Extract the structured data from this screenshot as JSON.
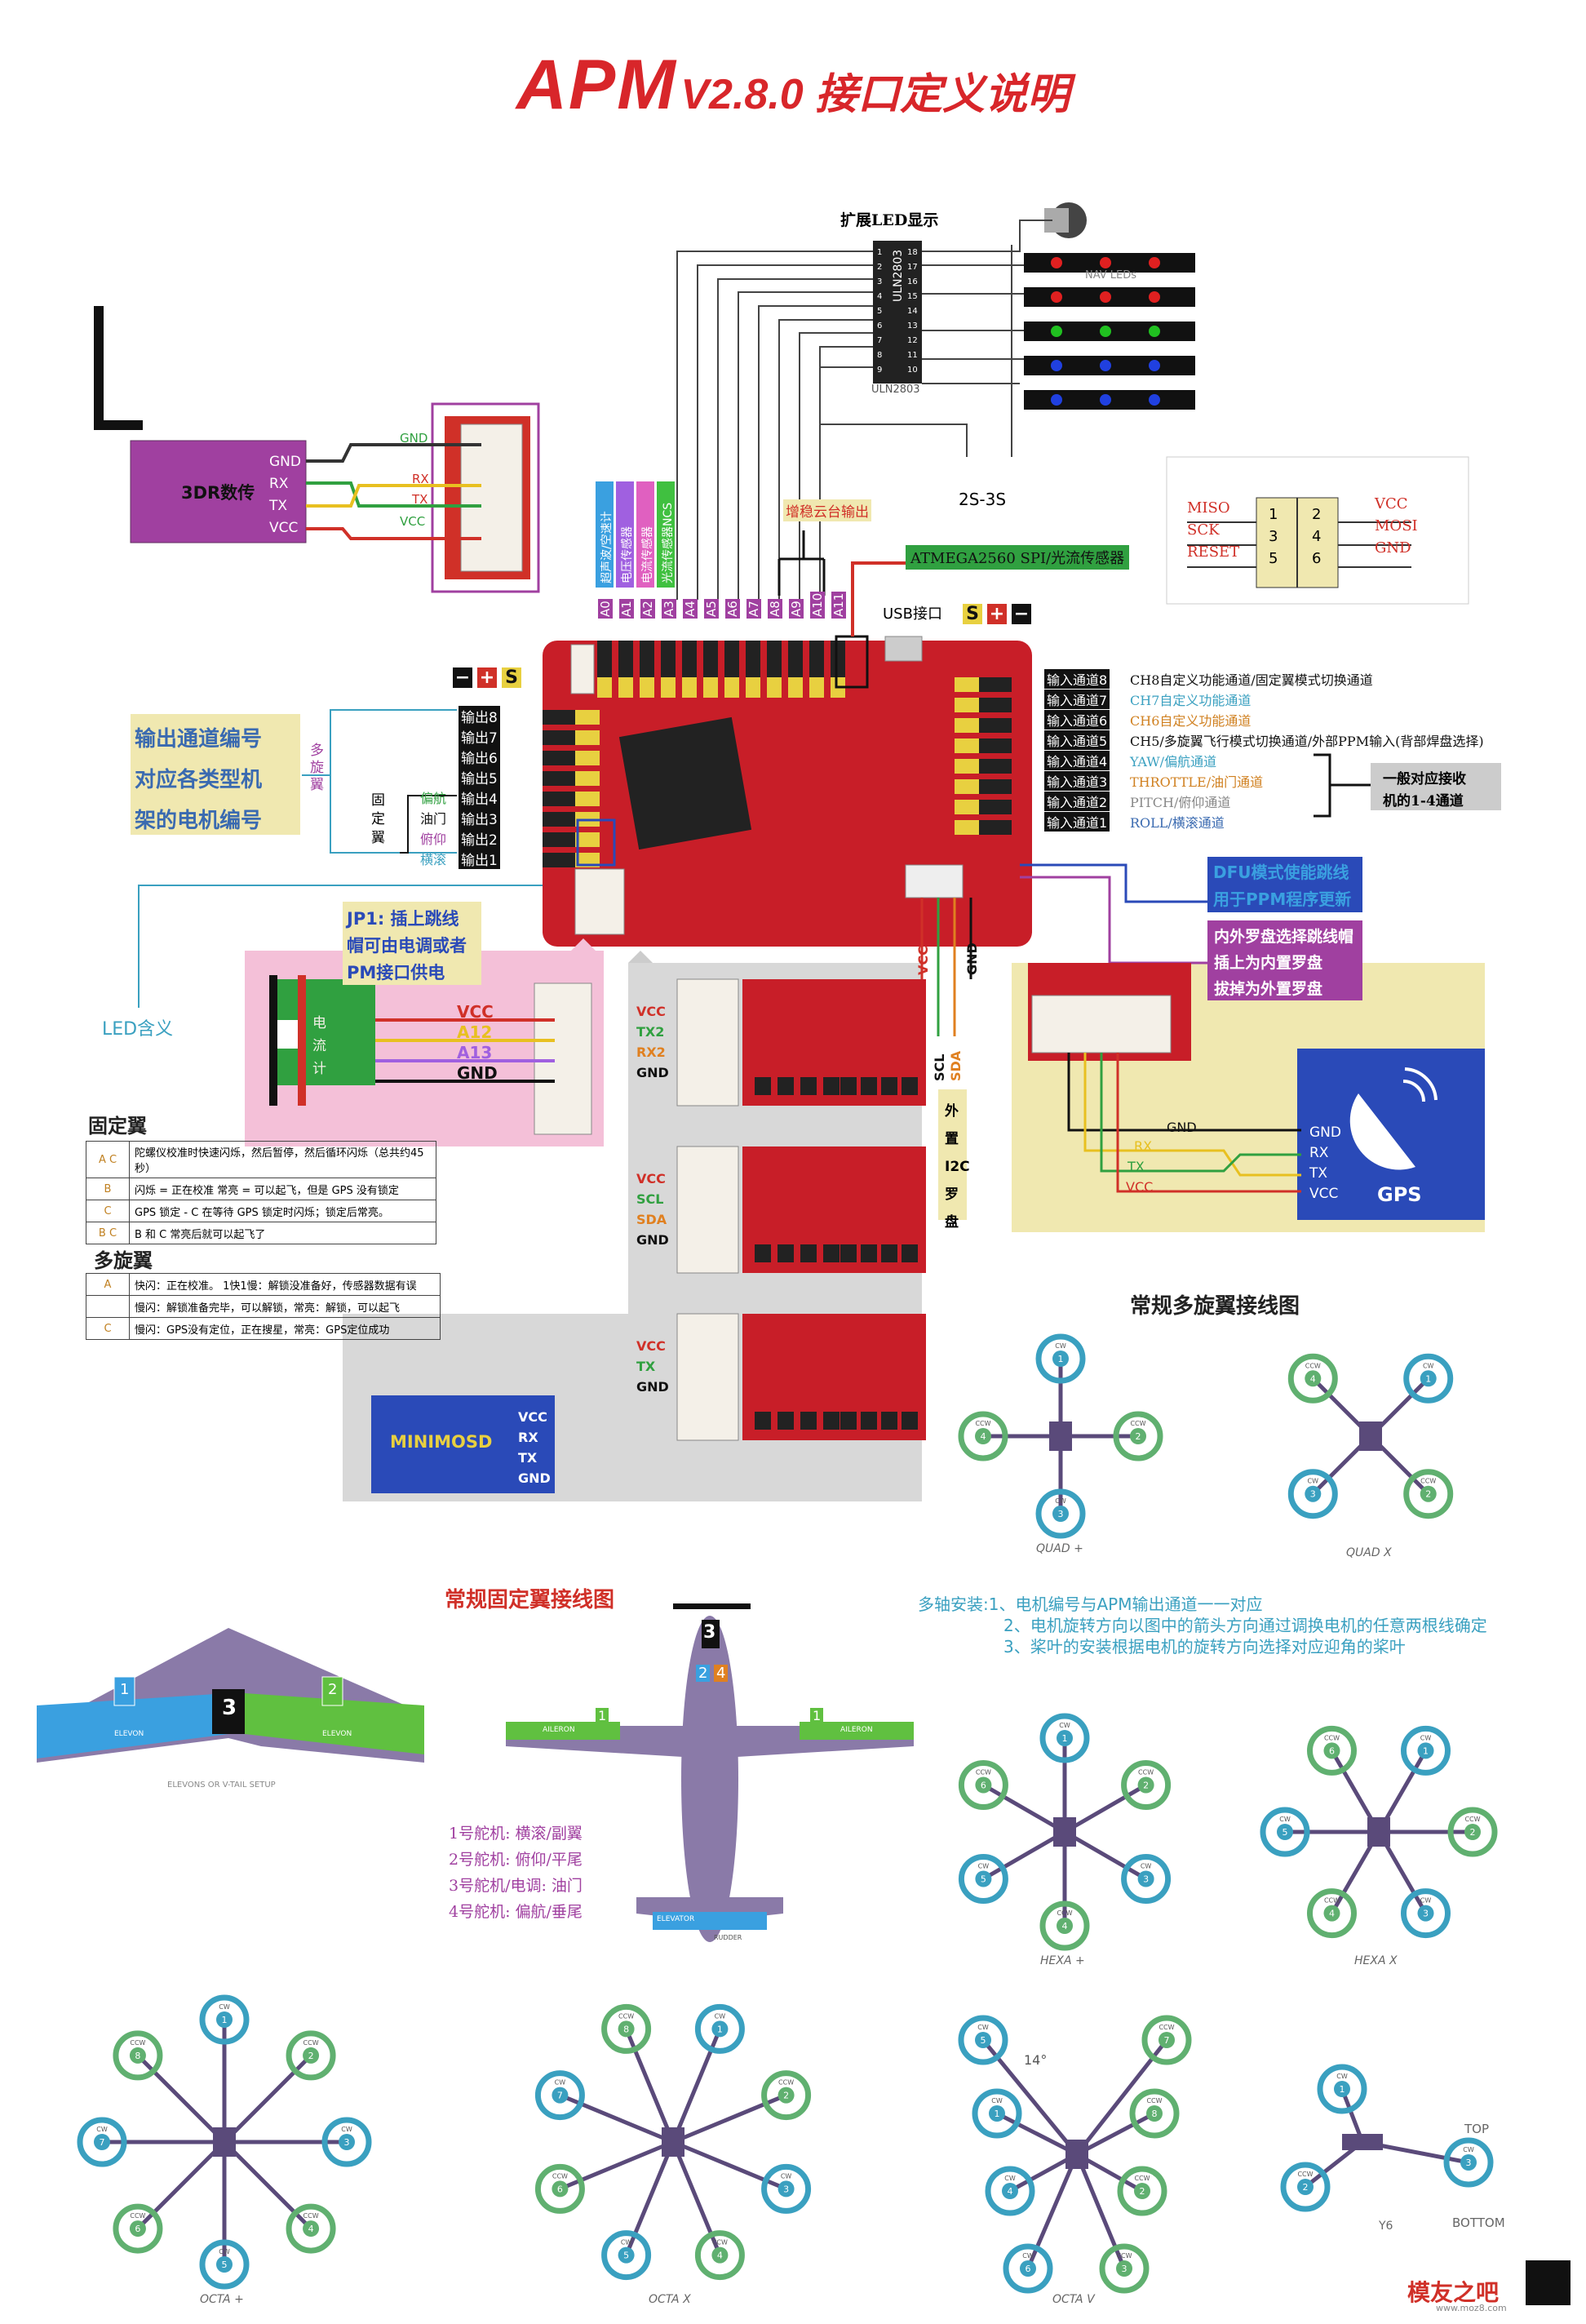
{
  "title": {
    "main": "APM",
    "sub": "V2.8.0 接口定义说明"
  },
  "led": {
    "header": "扩展LED显示",
    "chip": "ULN2803",
    "chip_under": "ULN2803",
    "navleds": "NAV LEDs",
    "battery": "2S-3S",
    "pins_left": [
      "1",
      "2",
      "3",
      "4",
      "5",
      "6",
      "7",
      "8",
      "9"
    ],
    "pins_right": [
      "18",
      "17",
      "16",
      "15",
      "14",
      "13",
      "12",
      "11",
      "10"
    ],
    "strip_colors": [
      "#e02020",
      "#e02020",
      "#20c020",
      "#2040e0",
      "#2040e0"
    ]
  },
  "radio": {
    "label": "3DR数传",
    "pins": [
      "GND",
      "RX",
      "TX",
      "VCC"
    ],
    "wire_labels": [
      "GND",
      "RX",
      "TX",
      "VCC"
    ]
  },
  "sensors": {
    "labels": [
      "超声波/空速计",
      "电压传感器",
      "电流传感器",
      "光流传感器NCS"
    ],
    "colors": [
      "#3aa0e0",
      "#a060e0",
      "#e060c0",
      "#40c040"
    ]
  },
  "analog_pins": [
    "A0",
    "A1",
    "A2",
    "A3",
    "A4",
    "A5",
    "A6",
    "A7",
    "A8",
    "A9",
    "A10",
    "A11"
  ],
  "gimbal": "增稳云台输出",
  "spi": "ATMEGA2560 SPI/光流传感器",
  "usb": "USB接口",
  "isp": {
    "pins_left": [
      "MISO",
      "SCK",
      "RESET"
    ],
    "pins_right": [
      "VCC",
      "MOSI",
      "GND"
    ],
    "nums": [
      "1",
      "2",
      "3",
      "4",
      "5",
      "6"
    ]
  },
  "power_markers": [
    "S",
    "+",
    "−"
  ],
  "outputs": {
    "labels": [
      "输出8",
      "输出7",
      "输出6",
      "输出5",
      "输出4",
      "输出3",
      "输出2",
      "输出1"
    ],
    "desc": [
      "输出通道编号",
      "对应各类型机",
      "架的电机编号"
    ],
    "multi": "多旋翼",
    "fixed": "固定翼",
    "fixed_items": [
      "偏航",
      "油门",
      "俯仰",
      "横滚"
    ]
  },
  "inputs": {
    "labels": [
      "输入通道8",
      "输入通道7",
      "输入通道6",
      "输入通道5",
      "输入通道4",
      "输入通道3",
      "输入通道2",
      "输入通道1"
    ],
    "desc": [
      "CH8自定义功能通道/固定翼模式切换通道",
      "CH7自定义功能通道",
      "CH6自定义功能通道",
      "CH5/多旋翼飞行模式切换通道/外部PPM输入(背部焊盘选择)",
      "YAW/偏航通道",
      "THROTTLE/油门通道",
      "PITCH/俯仰通道",
      "ROLL/横滚通道"
    ],
    "desc_colors": [
      "#111",
      "#3aa0c0",
      "#d08020",
      "#111",
      "#3aa0c0",
      "#d08020",
      "#888",
      "#3a6ab0"
    ],
    "note": [
      "一般对应接收",
      "机的1-4通道"
    ]
  },
  "dfu": [
    "DFU模式使能跳线",
    "用于PPM程序更新"
  ],
  "compass_jp": [
    "内外罗盘选择跳线帽",
    "插上为内置罗盘",
    "拔掉为外置罗盘"
  ],
  "jp1": [
    "JP1: 插上跳线",
    "帽可由电调或者",
    "PM接口供电"
  ],
  "pm": {
    "label": "电流计",
    "pins": [
      "VCC",
      "A12",
      "A13",
      "GND"
    ]
  },
  "led_meaning": "LED含义",
  "i2c": {
    "labels": [
      "VCC",
      "SCL",
      "SDA",
      "GND"
    ],
    "ext": "外置I2C罗盘"
  },
  "osd_cons": [
    {
      "pins": [
        "VCC",
        "TX2",
        "RX2",
        "GND"
      ]
    },
    {
      "pins": [
        "VCC",
        "SCL",
        "SDA",
        "GND"
      ]
    },
    {
      "pins": [
        "VCC",
        "TX",
        "GND"
      ]
    }
  ],
  "minimosd": {
    "label": "MINIMOSD",
    "pins": [
      "VCC",
      "RX",
      "TX",
      "GND"
    ]
  },
  "gps": {
    "label": "GPS",
    "pins": [
      "GND",
      "RX",
      "TX",
      "VCC"
    ],
    "wires": [
      "GND",
      "RX",
      "TX",
      "VCC"
    ]
  },
  "fixedwing_table": {
    "title": "固定翼",
    "rows": [
      [
        "A C",
        "陀螺仪校准时快速闪烁，然后暂停，然后循环闪烁（总共约45秒）"
      ],
      [
        "B",
        "闪烁 = 正在校准  常亮 = 可以起飞，但是 GPS 没有锁定"
      ],
      [
        "C",
        "GPS 锁定 - C 在等待 GPS 锁定时闪烁；锁定后常亮。"
      ],
      [
        "B C",
        "B 和 C 常亮后就可以起飞了"
      ]
    ]
  },
  "multi_table": {
    "title": "多旋翼",
    "rows": [
      [
        "A",
        "快闪：正在校准。 1快1慢：解锁没准备好，传感器数据有误"
      ],
      [
        "",
        "慢闪：解锁准备完毕，可以解锁，常亮：解锁，可以起飞"
      ],
      [
        "C",
        "慢闪：GPS没有定位，正在搜星，常亮：GPS定位成功"
      ]
    ]
  },
  "multirotor_title": "常规多旋翼接线图",
  "fixedwing_title": "常规固定翼接线图",
  "frames": {
    "quad_plus": "QUAD +",
    "quad_x": "QUAD X",
    "hexa_plus": "HEXA +",
    "hexa_x": "HEXA X",
    "octa_plus": "OCTA +",
    "octa_x": "OCTA X",
    "octa_v": "OCTA V",
    "y6": "Y6",
    "top": "TOP",
    "bottom": "BOTTOM"
  },
  "angle": "14°",
  "elevon_caption": "ELEVONS OR V-TAIL SETUP",
  "wing_labels": {
    "elevon": "ELEVON",
    "aileron": "AILERON",
    "elevator": "ELEVATOR",
    "rudder": "RUDDER"
  },
  "servo_list": [
    "1号舵机: 横滚/副翼",
    "2号舵机: 俯仰/平尾",
    "3号舵机/电调: 油门",
    "4号舵机: 偏航/垂尾"
  ],
  "notes": [
    "多轴安装:1、电机编号与APM输出通道一一对应",
    "2、电机旋转方向以图中的箭头方向通过调换电机的任意两根线确定",
    "3、桨叶的安装根据电机的旋转方向选择对应迎角的桨叶"
  ],
  "motor_labels": {
    "cw": "CW",
    "ccw": "CCW"
  },
  "watermark": "模友之吧",
  "watermark_url": "www.moz8.com",
  "colors": {
    "board_red": "#c81e28",
    "title_red": "#d8262a",
    "purple": "#a040a0",
    "blue": "#2a4ab8",
    "yellow": "#e8d040",
    "green": "#30a040",
    "pink": "#f4c0d8",
    "tan": "#f0e8b0"
  }
}
